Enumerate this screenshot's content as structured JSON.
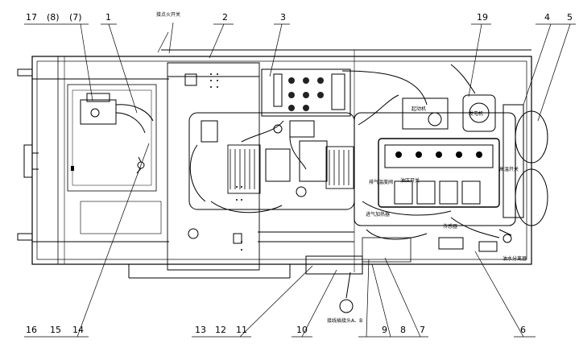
{
  "callouts_top": [
    {
      "id": "c17",
      "text": "17"
    },
    {
      "id": "c8",
      "text": "(8)"
    },
    {
      "id": "c7",
      "text": "(7)"
    },
    {
      "id": "c1",
      "text": "1"
    },
    {
      "id": "c2",
      "text": "2"
    },
    {
      "id": "c3",
      "text": "3"
    },
    {
      "id": "c19",
      "text": "19"
    },
    {
      "id": "c4",
      "text": "4"
    },
    {
      "id": "c5",
      "text": "5"
    }
  ],
  "callouts_bottom": [
    {
      "id": "c16",
      "text": "16"
    },
    {
      "id": "c15",
      "text": "15"
    },
    {
      "id": "c14",
      "text": "14"
    },
    {
      "id": "c13",
      "text": "13"
    },
    {
      "id": "c12",
      "text": "12"
    },
    {
      "id": "c11",
      "text": "11"
    },
    {
      "id": "c10",
      "text": "10"
    },
    {
      "id": "c9",
      "text": "9"
    },
    {
      "id": "c8b",
      "text": "8"
    },
    {
      "id": "c7b",
      "text": "7"
    },
    {
      "id": "c6",
      "text": "6"
    }
  ],
  "labels": {
    "ignition_switch": "接点火开关",
    "starter": "起动机",
    "generator": "发电机",
    "high_temp_switch": "高温开关",
    "exhaust_switch": "排气温度阀",
    "pressure_switch": "油压开关",
    "intake_heater": "进气加热器",
    "oil_water_separator": "油水分离器",
    "connector_ab": "接线插接头A、B",
    "sensor": "传感器"
  }
}
